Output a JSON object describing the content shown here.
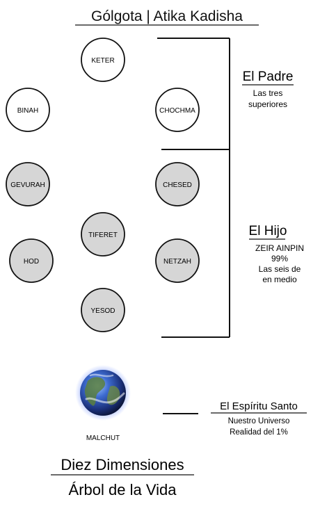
{
  "title": "Gólgota | Atika Kadisha",
  "nodes": {
    "keter": "KETER",
    "binah": "BINAH",
    "chochma": "CHOCHMA",
    "gevurah": "GEVURAH",
    "chesed": "CHESED",
    "tiferet": "TIFERET",
    "hod": "HOD",
    "netzah": "NETZAH",
    "yesod": "YESOD",
    "malchut": "MALCHUT"
  },
  "groups": {
    "padre": {
      "heading": "El Padre",
      "line1": "Las tres",
      "line2": "superiores"
    },
    "hijo": {
      "heading": "El Hijo",
      "line1": "ZEIR AINPIN",
      "line2": "99%",
      "line3": "Las seis de",
      "line4": "en medio"
    },
    "espiritu": {
      "heading": "El Espíritu Santo",
      "line1": "Nuestro Universo",
      "line2": "Realidad del 1%"
    }
  },
  "footer": {
    "line1": "Diez Dimensiones",
    "line2": "Árbol de la Vida"
  },
  "colors": {
    "upper_fill": "#ffffff",
    "lower_fill": "#d6d6d6",
    "stroke": "#111111",
    "earth_blue": "#2f57b8",
    "earth_green": "#4a7a3a"
  }
}
